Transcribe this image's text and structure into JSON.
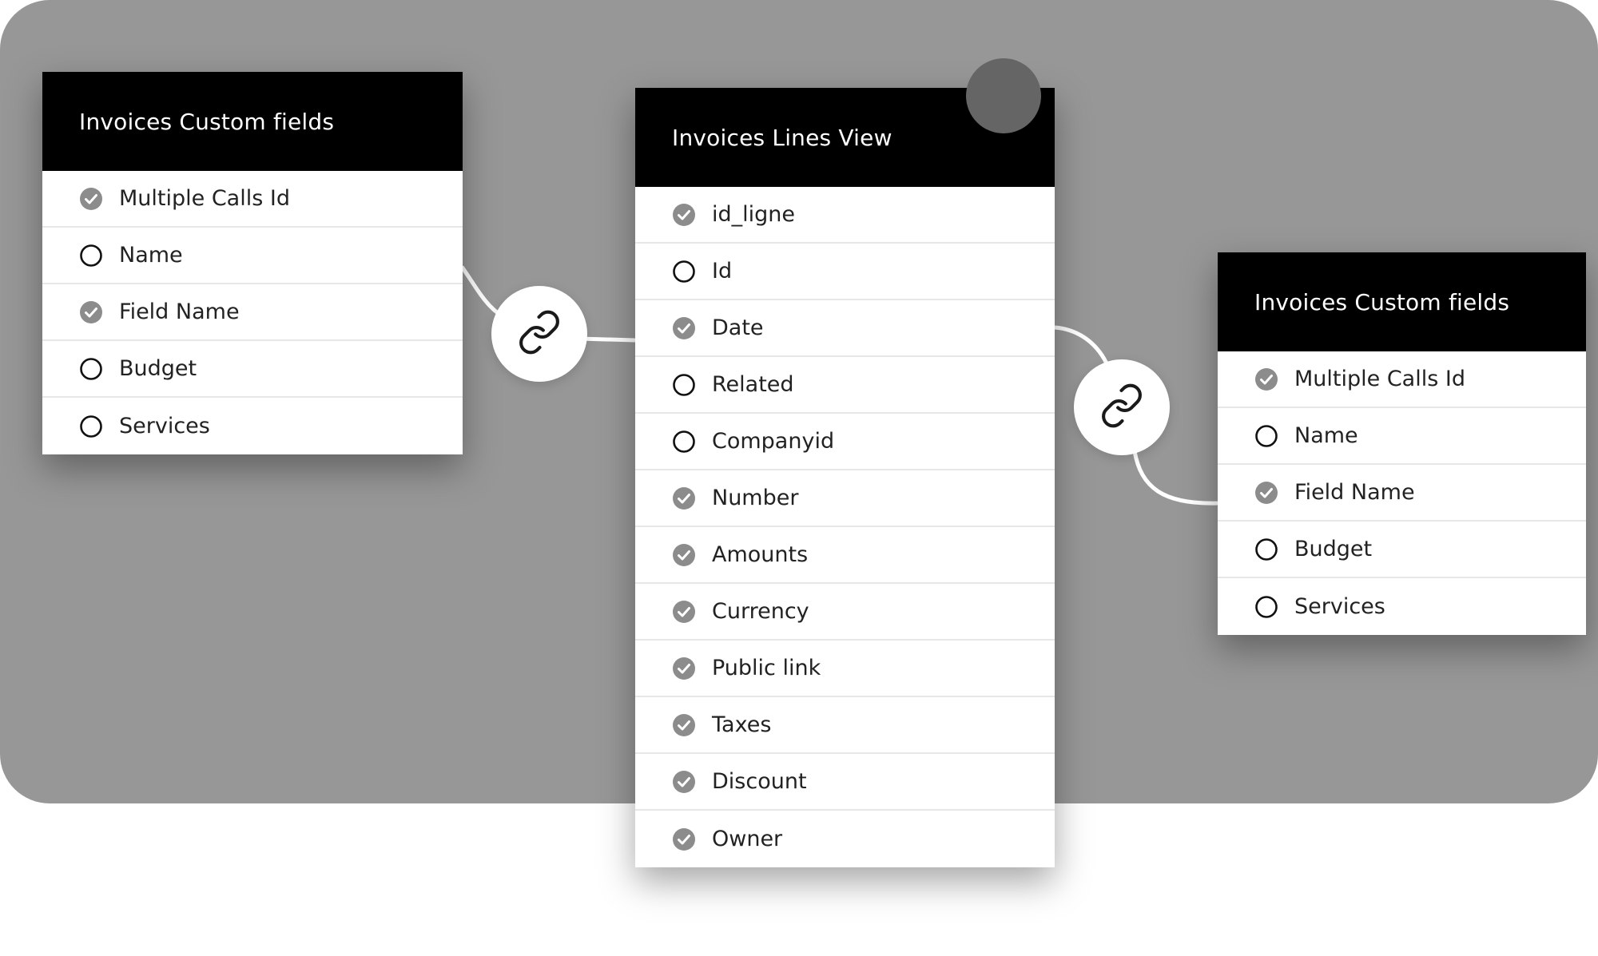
{
  "colors": {
    "stage": "#979797",
    "header": "#000000",
    "check": "#8c8c8c",
    "dot": "#656565"
  },
  "cards": {
    "left": {
      "title": "Invoices Custom fields",
      "fields": [
        {
          "label": "Multiple Calls Id",
          "checked": true
        },
        {
          "label": "Name",
          "checked": false
        },
        {
          "label": "Field Name",
          "checked": true
        },
        {
          "label": "Budget",
          "checked": false
        },
        {
          "label": "Services",
          "checked": false
        }
      ]
    },
    "center": {
      "title": "Invoices Lines View",
      "fields": [
        {
          "label": "id_ligne",
          "checked": true
        },
        {
          "label": "Id",
          "checked": false
        },
        {
          "label": "Date",
          "checked": true
        },
        {
          "label": "Related",
          "checked": false
        },
        {
          "label": "Companyid",
          "checked": false
        },
        {
          "label": "Number",
          "checked": true
        },
        {
          "label": "Amounts",
          "checked": true
        },
        {
          "label": "Currency",
          "checked": true
        },
        {
          "label": "Public link",
          "checked": true
        },
        {
          "label": "Taxes",
          "checked": true
        },
        {
          "label": "Discount",
          "checked": true
        },
        {
          "label": "Owner",
          "checked": true
        }
      ]
    },
    "right": {
      "title": "Invoices Custom fields",
      "fields": [
        {
          "label": "Multiple Calls Id",
          "checked": true
        },
        {
          "label": "Name",
          "checked": false
        },
        {
          "label": "Field Name",
          "checked": true
        },
        {
          "label": "Budget",
          "checked": false
        },
        {
          "label": "Services",
          "checked": false
        }
      ]
    }
  },
  "icons": {
    "link": "link-icon",
    "checked": "check-circle-icon",
    "unchecked": "empty-circle-icon"
  }
}
